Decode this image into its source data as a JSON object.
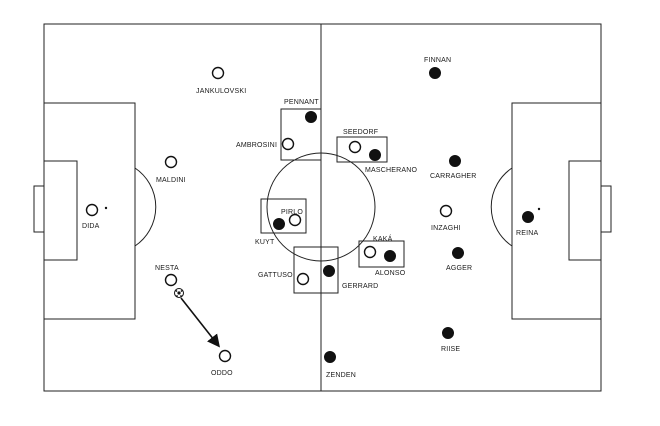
{
  "players": [
    {
      "name": "JANKULOVSKI",
      "team": "white"
    },
    {
      "name": "PENNANT",
      "team": "black"
    },
    {
      "name": "AMBROSINI",
      "team": "white"
    },
    {
      "name": "SEEDORF",
      "team": "white"
    },
    {
      "name": "MASCHERANO",
      "team": "black"
    },
    {
      "name": "FINNAN",
      "team": "black"
    },
    {
      "name": "MALDINI",
      "team": "white"
    },
    {
      "name": "CARRAGHER",
      "team": "black"
    },
    {
      "name": "DIDA",
      "team": "white"
    },
    {
      "name": "PIRLO",
      "team": "white"
    },
    {
      "name": "KUYT",
      "team": "black"
    },
    {
      "name": "INZAGHI",
      "team": "white"
    },
    {
      "name": "REINA",
      "team": "black"
    },
    {
      "name": "KAKÁ",
      "team": "white"
    },
    {
      "name": "ALONSO",
      "team": "black"
    },
    {
      "name": "GATTUSO",
      "team": "white"
    },
    {
      "name": "GERRARD",
      "team": "black"
    },
    {
      "name": "AGGER",
      "team": "black"
    },
    {
      "name": "NESTA",
      "team": "white"
    },
    {
      "name": "RIISE",
      "team": "black"
    },
    {
      "name": "ODDO",
      "team": "white"
    },
    {
      "name": "ZENDEN",
      "team": "black"
    }
  ],
  "pairs": [
    {
      "players": [
        "PENNANT",
        "AMBROSINI"
      ]
    },
    {
      "players": [
        "SEEDORF",
        "MASCHERANO"
      ]
    },
    {
      "players": [
        "PIRLO",
        "KUYT"
      ]
    },
    {
      "players": [
        "KAKÁ",
        "ALONSO"
      ]
    },
    {
      "players": [
        "GATTUSO",
        "GERRARD"
      ]
    }
  ],
  "ball_move": {
    "from": "NESTA",
    "to": "ODDO"
  }
}
